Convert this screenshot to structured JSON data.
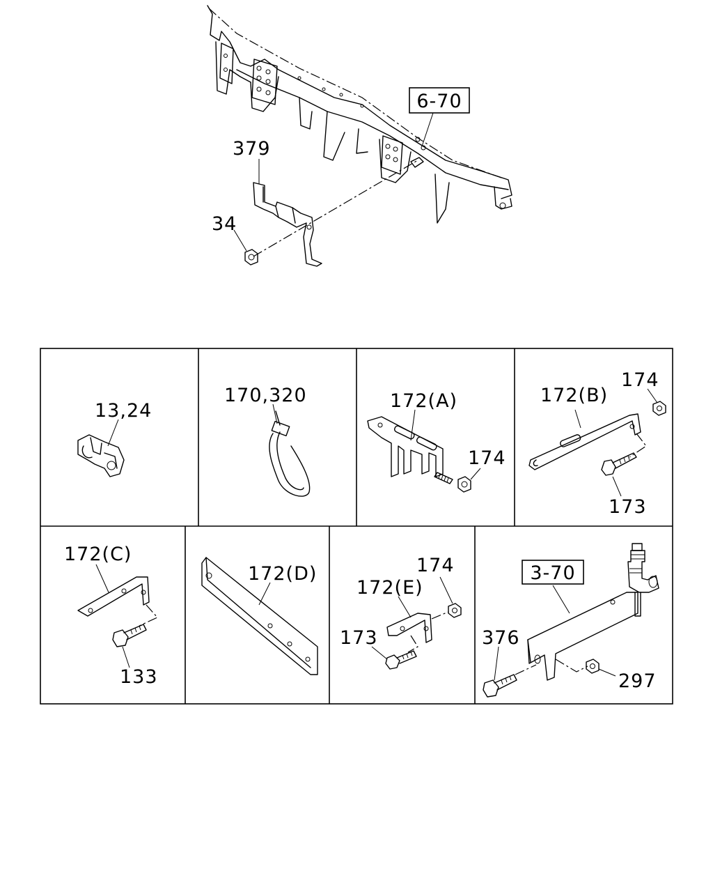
{
  "labels": {
    "ref_6_70": "6-70",
    "p379": "379",
    "p34": "34",
    "p13_24": "13,24",
    "p170_320": "170,320",
    "p172a": "172(A)",
    "p174_a": "174",
    "p172b": "172(B)",
    "p174_b": "174",
    "p173_b": "173",
    "p172c": "172(C)",
    "p133": "133",
    "p172d": "172(D)",
    "p174_e": "174",
    "p172e": "172(E)",
    "p173_e": "173",
    "ref_3_70": "3-70",
    "p376": "376",
    "p297": "297"
  }
}
